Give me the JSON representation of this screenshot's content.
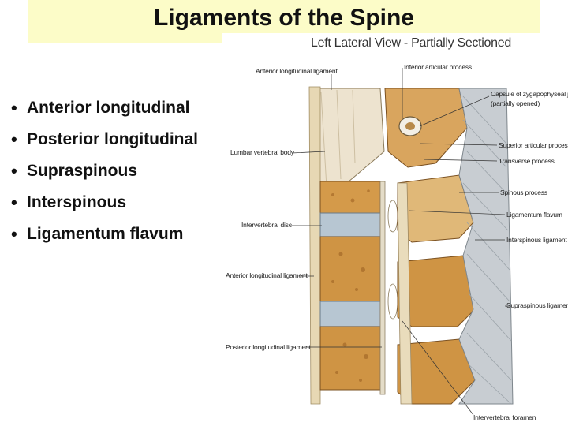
{
  "slide": {
    "title": "Ligaments of the Spine",
    "bullets": [
      "Anterior longitudinal",
      "Posterior longitudinal",
      "Supraspinous",
      "Interspinous",
      "Ligamentum flavum"
    ]
  },
  "figure": {
    "caption": "Left Lateral View - Partially Sectioned",
    "labels": {
      "anterior_longitudinal_top": "Anterior longitudinal ligament",
      "inferior_articular": "Inferior articular process",
      "capsule": "Capsule of zygapophyseal joint",
      "capsule_note": "(partially opened)",
      "superior_articular": "Superior articular process",
      "lumbar_body": "Lumbar vertebral body",
      "transverse": "Transverse process",
      "spinous": "Spinous process",
      "flavum": "Ligamentum flavum",
      "intervertebral_disc": "Intervertebral disc",
      "interspinous": "Interspinous ligament",
      "anterior_longitudinal_mid": "Anterior longitudinal ligament",
      "supraspinous": "Supraspinous ligament",
      "posterior_longitudinal": "Posterior longitudinal ligament",
      "foramen": "Intervertebral foramen"
    }
  }
}
